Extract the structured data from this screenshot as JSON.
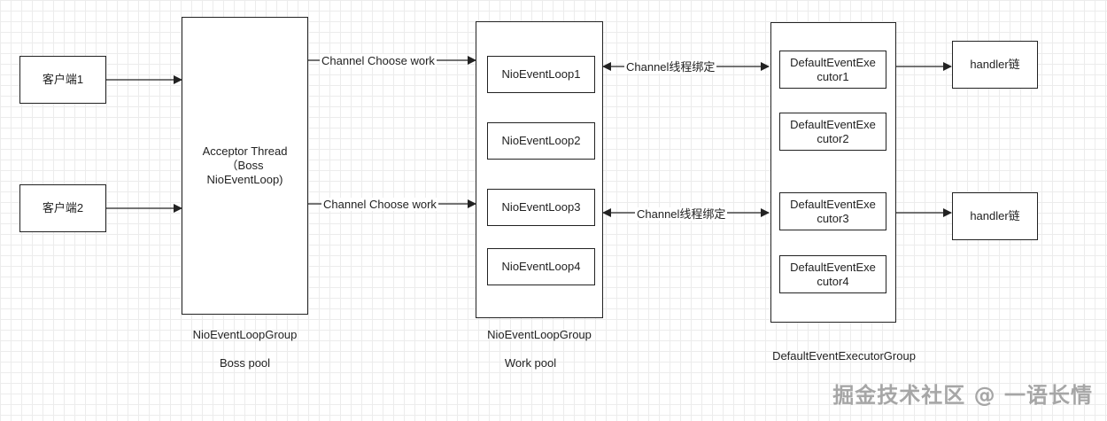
{
  "clients": {
    "client1": "客户端1",
    "client2": "客户端2"
  },
  "boss": {
    "acceptor": "Acceptor Thread\n（Boss\nNioEventLoop)",
    "group_label": "NioEventLoopGroup",
    "pool_label": "Boss pool"
  },
  "work": {
    "loops": [
      "NioEventLoop1",
      "NioEventLoop2",
      "NioEventLoop3",
      "NioEventLoop4"
    ],
    "group_label": "NioEventLoopGroup",
    "pool_label": "Work pool"
  },
  "executors": {
    "items": [
      "DefaultEventExe\ncutor1",
      "DefaultEventExe\ncutor2",
      "DefaultEventExe\ncutor3",
      "DefaultEventExe\ncutor4"
    ],
    "group_label": "DefaultEventExecutorGroup"
  },
  "handlers": [
    "handler链",
    "handler链"
  ],
  "edges": {
    "choose_work_1": "Channel Choose work",
    "choose_work_2": "Channel Choose work",
    "bind_1": "Channel线程绑定",
    "bind_2": "Channel线程绑定"
  },
  "watermark": "掘金技术社区 @ 一语长情"
}
